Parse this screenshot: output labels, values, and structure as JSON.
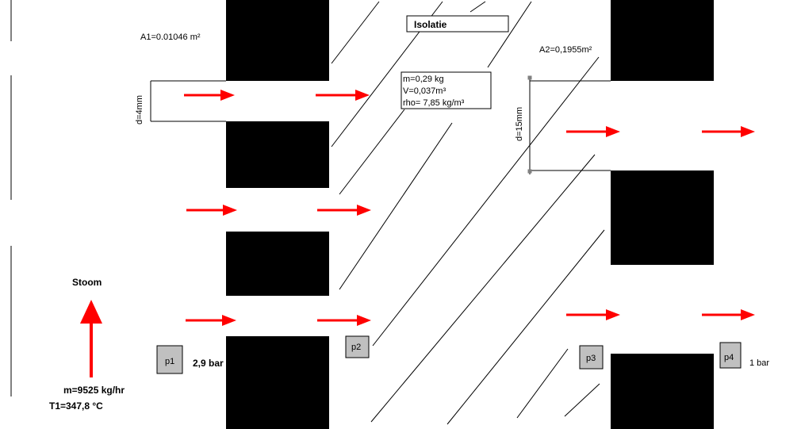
{
  "labels": {
    "a1": "A1=0.01046 m²",
    "a2": "A2=0,1955m²",
    "d1": "d=4mm",
    "d2": "d=15mm",
    "isolatie": "Isolatie",
    "mass": "m=0,29 kg",
    "volume": "V=0,037m³",
    "rho": "rho= 7,85 kg/m³",
    "stoom": "Stoom",
    "flow": "m=9525 kg/hr",
    "temp": "T1=347,8 °C",
    "p1_pressure": "2,9 bar",
    "p4_pressure": "1 bar"
  },
  "gauges": {
    "p1": "p1",
    "p2": "p2",
    "p3": "p3",
    "p4": "p4"
  },
  "colors": {
    "arrow": "#ff0000",
    "block": "#000000",
    "gauge_fill": "#c0c0c0"
  }
}
